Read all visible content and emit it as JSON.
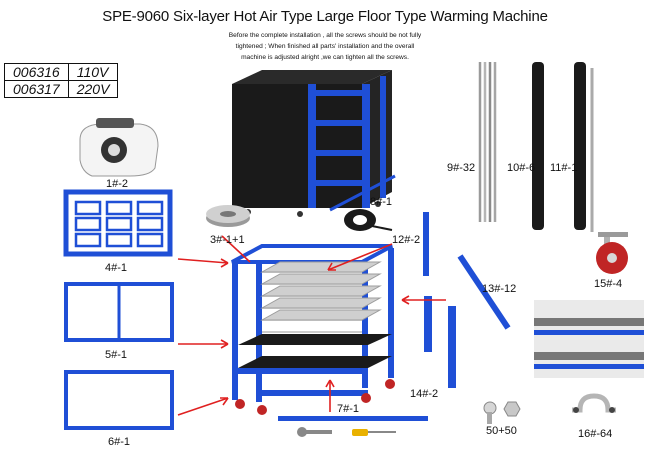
{
  "title": "SPE-9060 Six-layer Hot Air Type Large Floor Type Warming Machine",
  "note": [
    "Before the complete installation , all the screws should be not fully",
    "tightened ; When finished all parts' installation and the overall",
    "machine is adjusted alright ,we can tighten all the screws."
  ],
  "codes": [
    {
      "code": "006316",
      "voltage": "110V"
    },
    {
      "code": "006317",
      "voltage": "220V"
    }
  ],
  "labels": {
    "heater": "1#-2",
    "bearing": "3#-1+1",
    "tape": "8#-1",
    "side_bar_right": "12#-2",
    "grid_frame": "4#-1",
    "long_bar": "13#-12",
    "frame_divided": "5#-1",
    "frame_single": "6#-1",
    "bottom_bar": "7#-1",
    "side_post": "14#-2",
    "bolts": "50+50",
    "rods": "9#-32",
    "tube_a": "10#-6",
    "tube_b": "11#-1",
    "caster": "15#-4",
    "clamp": "16#-64"
  },
  "colors": {
    "frame_blue": "#1f4fd6",
    "arrow_red": "#e02020",
    "cover_black": "#1a1a1a"
  }
}
